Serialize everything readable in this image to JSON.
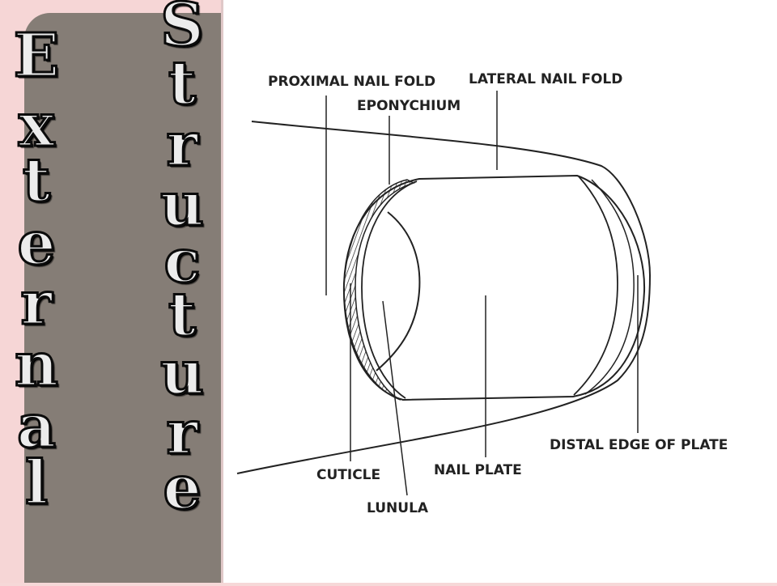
{
  "title": {
    "word1": "External",
    "word2": "Structure"
  },
  "labels": {
    "proximal_nail_fold": "PROXIMAL NAIL FOLD",
    "lateral_nail_fold": "LATERAL NAIL FOLD",
    "eponychium": "EPONYCHIUM",
    "distal_edge": "DISTAL EDGE OF PLATE",
    "cuticle": "CUTICLE",
    "nail_plate": "NAIL PLATE",
    "lunula": "LUNULA"
  },
  "colors": {
    "background": "#f6d6d6",
    "panel": "#857d76",
    "title_fill": "#ececec",
    "title_outline": "#0b0b0b"
  }
}
